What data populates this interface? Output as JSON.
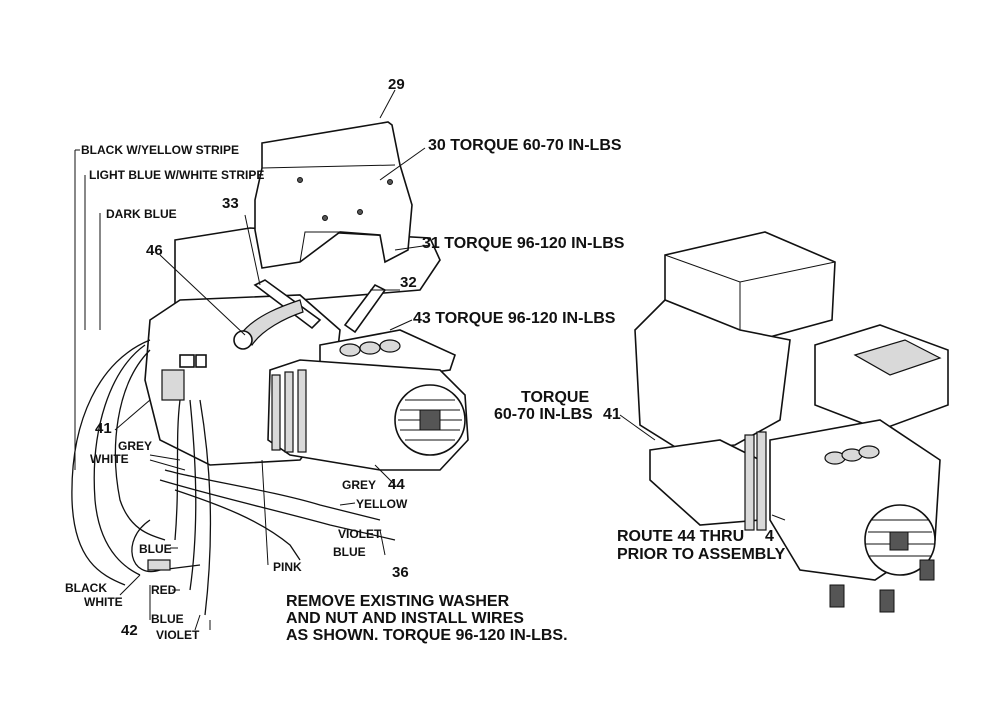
{
  "callouts": {
    "c29": "29",
    "c30": "30 TORQUE 60-70 IN-LBS",
    "c31": "31 TORQUE 96-120 IN-LBS",
    "c32": "32",
    "c33": "33",
    "c36": "36",
    "c41_left": "41",
    "c41_right": "41",
    "c42": "42",
    "c43": "43 TORQUE 96-120 IN-LBS",
    "c44": "44",
    "c46": "46"
  },
  "wires": {
    "black_yellow": "BLACK W/YELLOW STRIPE",
    "light_blue_white": "LIGHT BLUE W/WHITE STRIPE",
    "dark_blue": "DARK BLUE",
    "grey_left": "GREY",
    "white_left": "WHITE",
    "grey_right": "GREY",
    "yellow": "YELLOW",
    "violet_right": "VIOLET",
    "blue_right": "BLUE",
    "pink": "PINK",
    "blue_top": "BLUE",
    "black": "BLACK",
    "white_bottom": "WHITE",
    "red": "RED",
    "blue_bottom": "BLUE",
    "violet_bottom": "VIOLET"
  },
  "notes": {
    "washer_line1": "REMOVE EXISTING WASHER",
    "washer_line2": "AND NUT AND INSTALL WIRES",
    "washer_line3": "AS SHOWN. TORQUE 96-120 IN-LBS.",
    "torque_line1": "TORQUE",
    "torque_line2": "60-70 IN-LBS",
    "route_line1": "ROUTE 44 THRU",
    "route_num": "4",
    "route_line2": "PRIOR TO ASSEMBLY"
  }
}
